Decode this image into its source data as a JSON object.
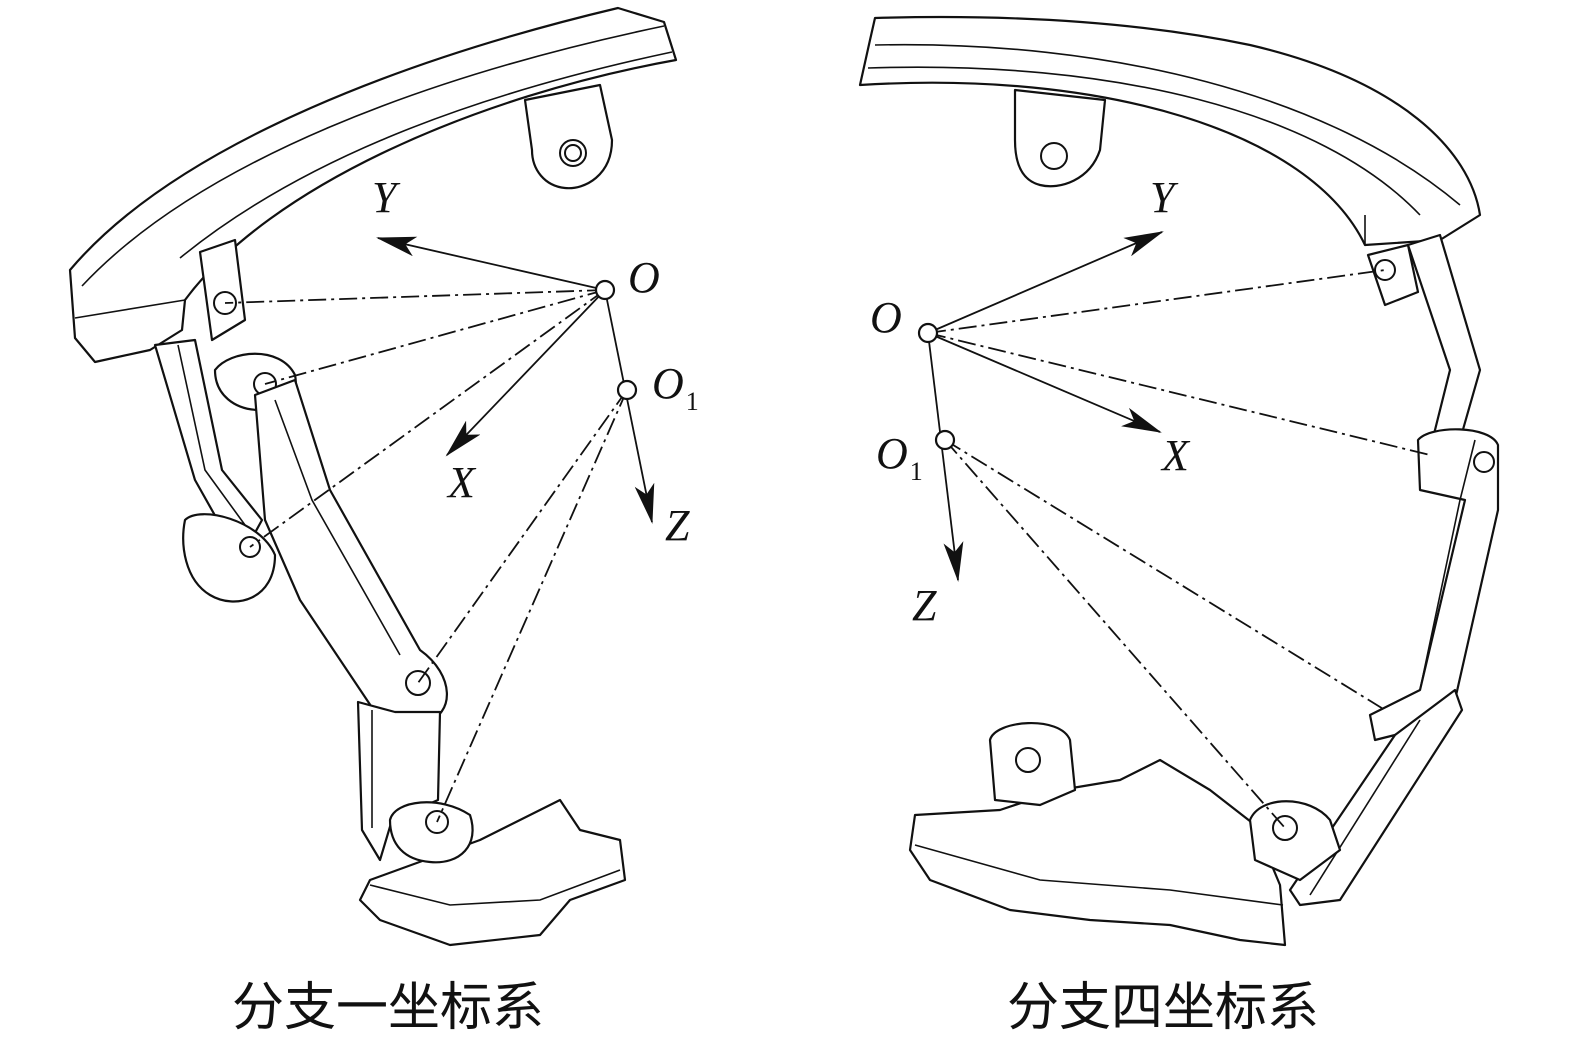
{
  "panels": [
    {
      "caption": "分支一坐标系",
      "labels": {
        "O": "O",
        "O1_main": "O",
        "O1_sub": "1",
        "X": "X",
        "Y": "Y",
        "Z": "Z"
      }
    },
    {
      "caption": "分支四坐标系",
      "labels": {
        "O": "O",
        "O1_main": "O",
        "O1_sub": "1",
        "X": "X",
        "Y": "Y",
        "Z": "Z"
      }
    }
  ]
}
